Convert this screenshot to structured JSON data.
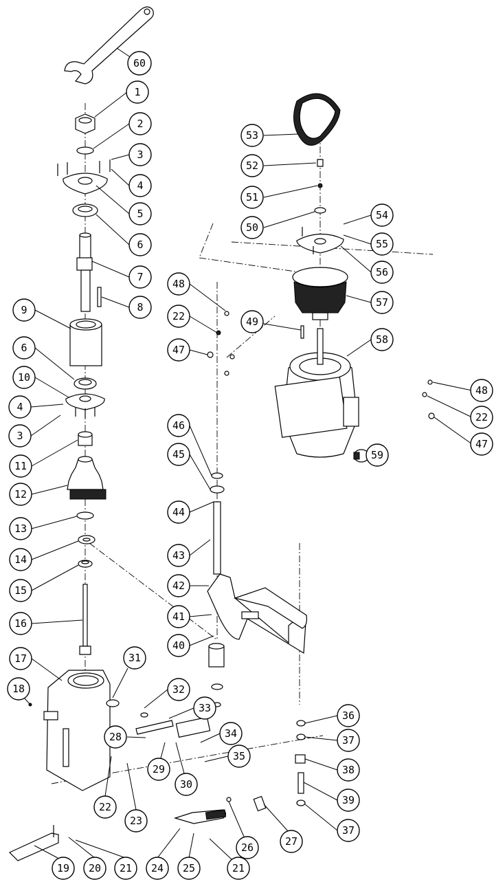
{
  "callouts": {
    "c1": "1",
    "c2": "2",
    "c3a": "3",
    "c4a": "4",
    "c5": "5",
    "c6a": "6",
    "c7": "7",
    "c8": "8",
    "c9": "9",
    "c6b": "6",
    "c10": "10",
    "c4b": "4",
    "c3b": "3",
    "c11": "11",
    "c12": "12",
    "c13": "13",
    "c14": "14",
    "c15": "15",
    "c16": "16",
    "c17": "17",
    "c18": "18",
    "c19": "19",
    "c20": "20",
    "c21a": "21",
    "c21b": "21",
    "c22a": "22",
    "c22b": "22",
    "c22c": "22",
    "c23": "23",
    "c24": "24",
    "c25": "25",
    "c26": "26",
    "c27": "27",
    "c28": "28",
    "c29": "29",
    "c30": "30",
    "c31": "31",
    "c32": "32",
    "c33": "33",
    "c34": "34",
    "c35": "35",
    "c36": "36",
    "c37a": "37",
    "c37b": "37",
    "c38": "38",
    "c39": "39",
    "c40": "40",
    "c41": "41",
    "c42": "42",
    "c43": "43",
    "c44": "44",
    "c45": "45",
    "c46": "46",
    "c47a": "47",
    "c47b": "47",
    "c48a": "48",
    "c48b": "48",
    "c49": "49",
    "c50": "50",
    "c51": "51",
    "c52": "52",
    "c53": "53",
    "c54": "54",
    "c55": "55",
    "c56": "56",
    "c57": "57",
    "c58": "58",
    "c59": "59",
    "c60": "60"
  }
}
